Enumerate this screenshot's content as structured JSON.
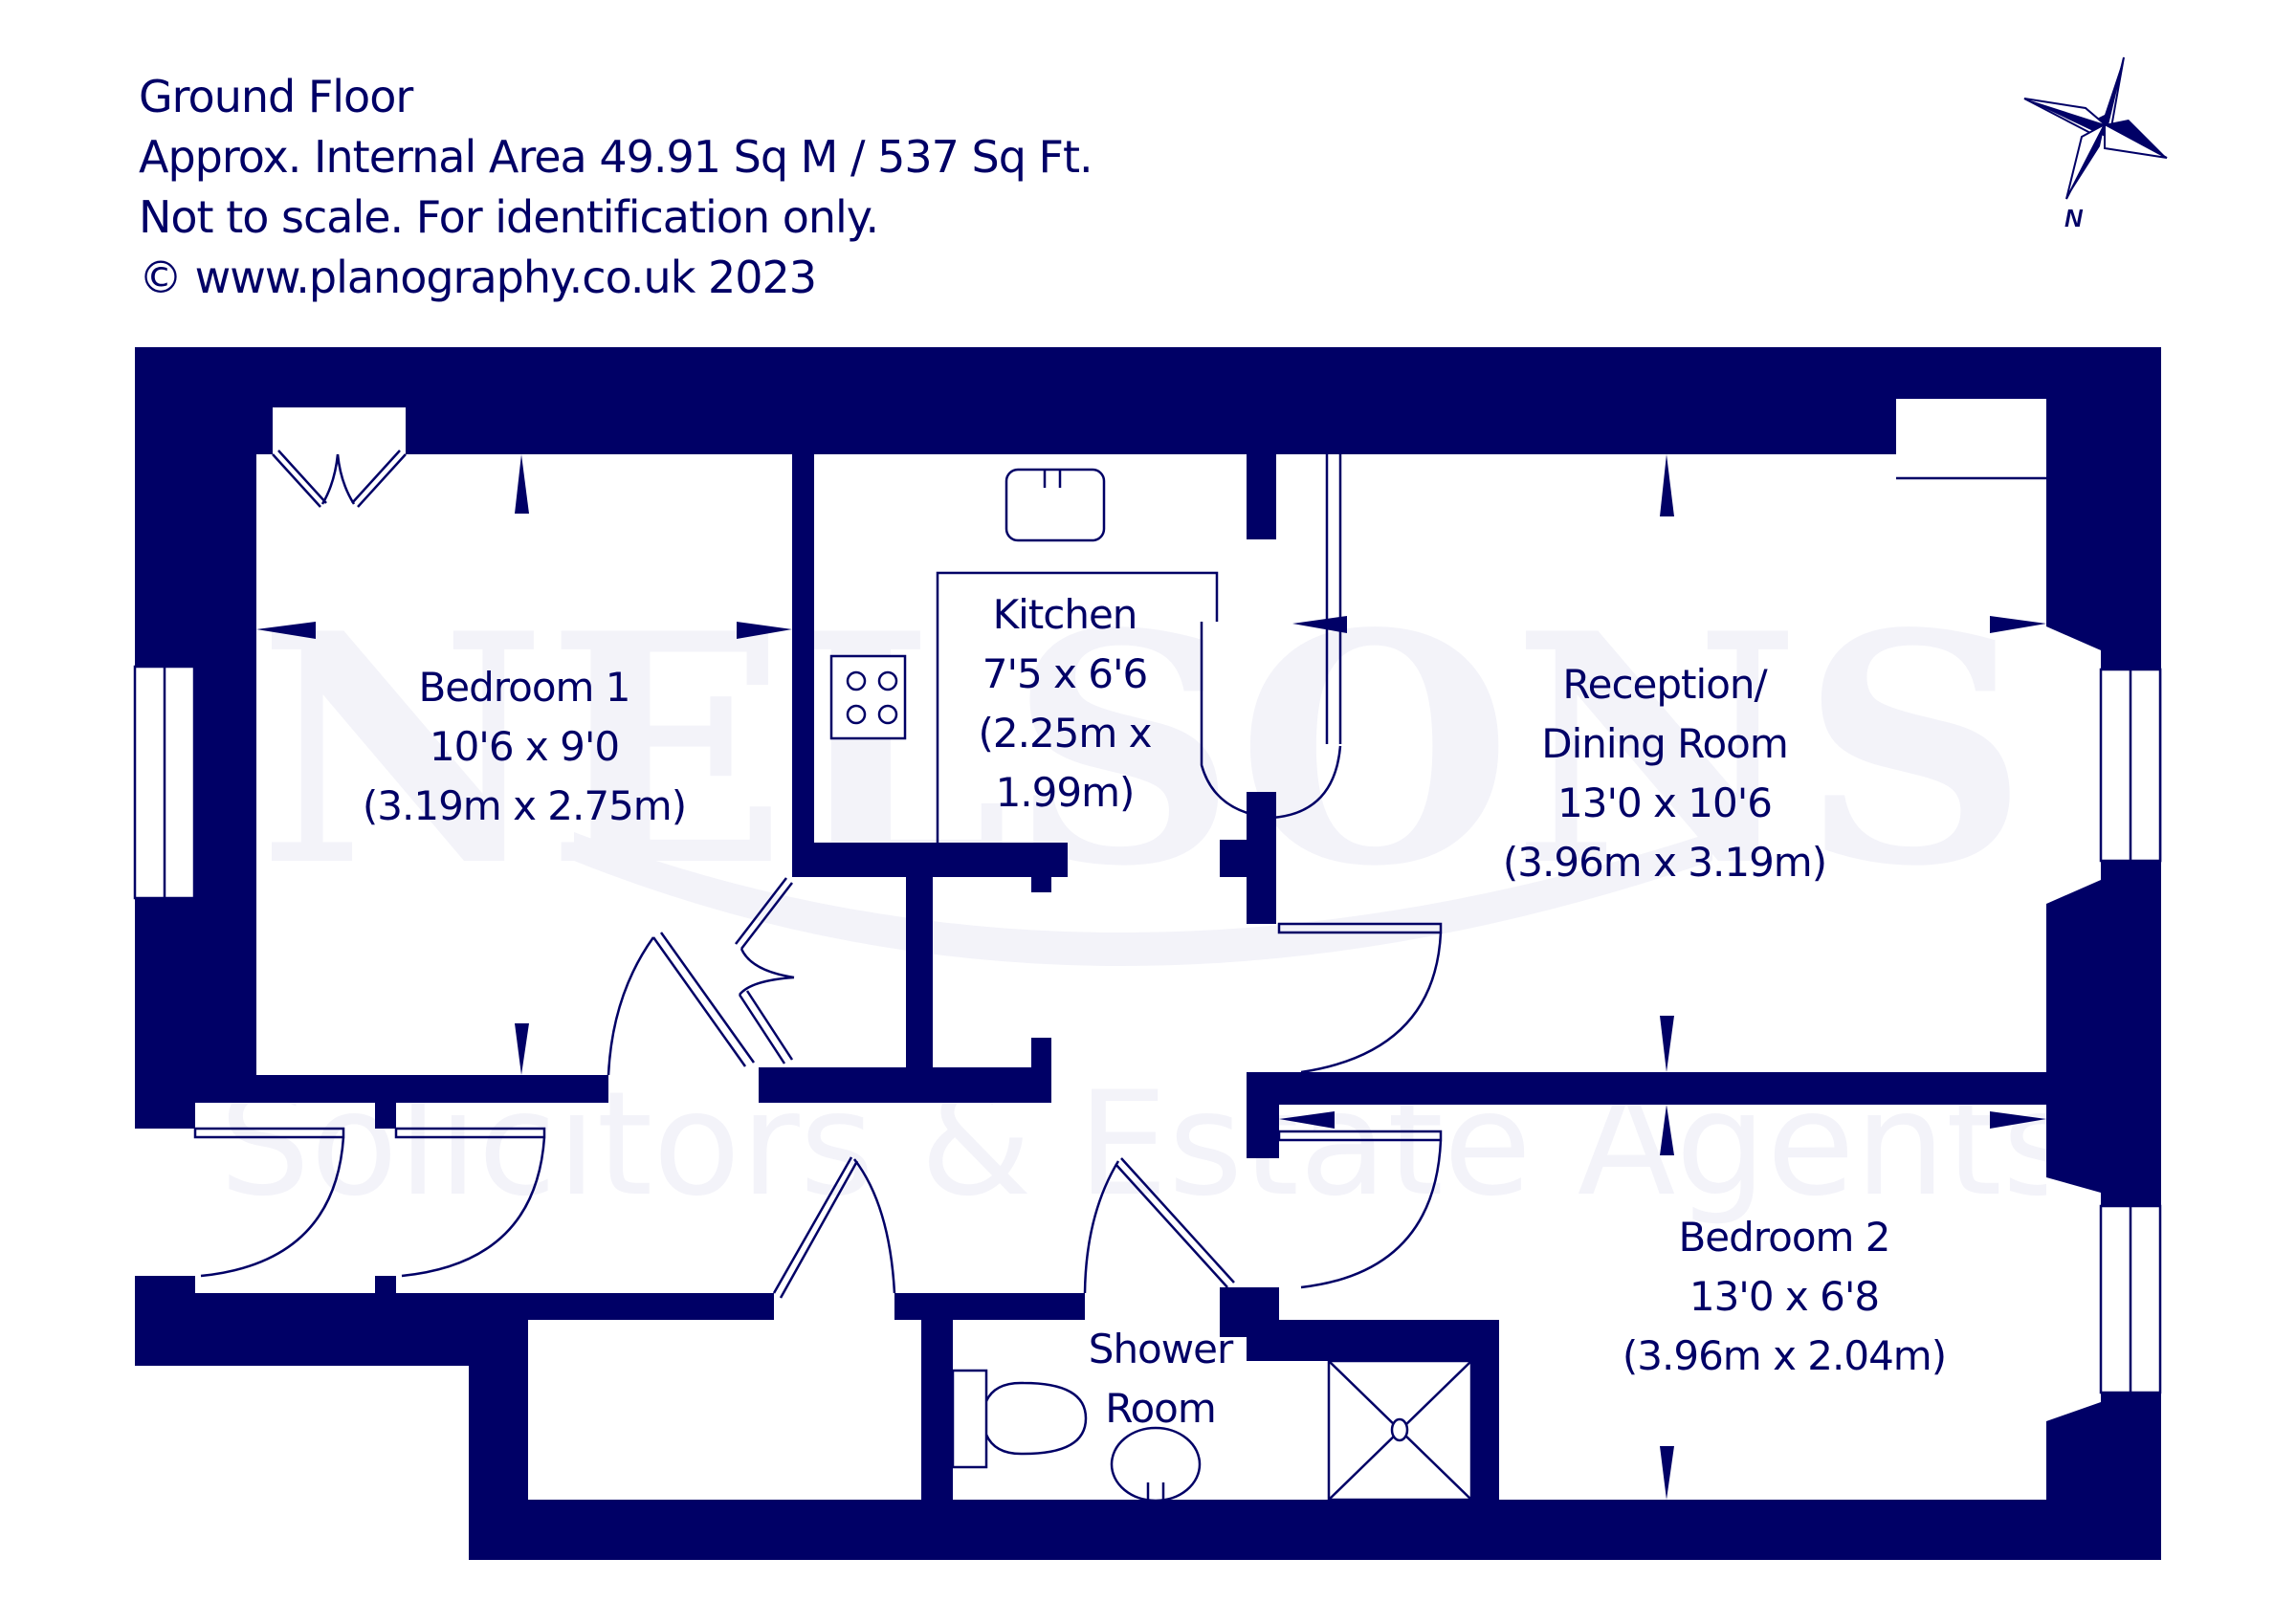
{
  "header": {
    "floor": "Ground Floor",
    "area": "Approx. Internal Area 49.91 Sq M / 537 Sq Ft.",
    "disclaimer": "Not to scale. For identification only.",
    "copyright": "© www.planography.co.uk 2023"
  },
  "compass": {
    "label": "N"
  },
  "watermark": {
    "brand": "NELSONS",
    "tagline": "Solicitors & Estate Agents"
  },
  "rooms": [
    {
      "name": "Bedroom 1",
      "imperial": "10'6 x 9'0",
      "metric": "(3.19m x 2.75m)"
    },
    {
      "name_line1": "Kitchen",
      "imperial": "7'5 x 6'6",
      "metric_line1": "(2.25m x",
      "metric_line2": "1.99m)"
    },
    {
      "name_line1": "Reception/",
      "name_line2": "Dining Room",
      "imperial": "13'0 x 10'6",
      "metric": "(3.96m x 3.19m)"
    },
    {
      "name": "Bedroom 2",
      "imperial": "13'0 x 6'8",
      "metric": "(3.96m x 2.04m)"
    },
    {
      "name_line1": "Shower",
      "name_line2": "Room"
    }
  ],
  "colors": {
    "wall": "#000066",
    "watermark": "#f3f3f9",
    "background": "#ffffff"
  }
}
